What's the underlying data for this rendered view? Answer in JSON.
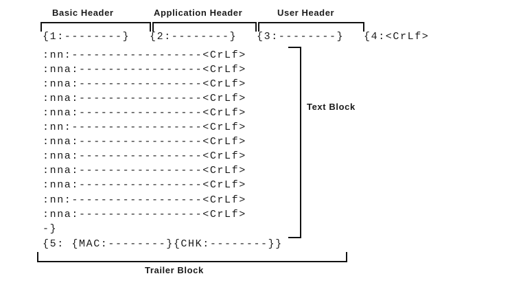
{
  "headers": {
    "basic": "Basic Header",
    "application": "Application Header",
    "user": "User Header"
  },
  "header_line": {
    "block1": "{1:--------}",
    "block2": "{2:--------}",
    "block3": "{3:--------}",
    "block4": "{4:<CrLf>"
  },
  "text_lines": [
    ":nn:------------------<CrLf>",
    ":nna:-----------------<CrLf>",
    ":nna:-----------------<CrLf>",
    ":nna:-----------------<CrLf>",
    ":nna:-----------------<CrLf>",
    ":nn:------------------<CrLf>",
    ":nna:-----------------<CrLf>",
    ":nna:-----------------<CrLf>",
    ":nna:-----------------<CrLf>",
    ":nna:-----------------<CrLf>",
    ":nn:------------------<CrLf>",
    ":nna:-----------------<CrLf>"
  ],
  "end_text": "-}",
  "text_block_label": "Text Block",
  "trailer_line": "{5: {MAC:--------}{CHK:--------}}",
  "trailer_label": "Trailer Block"
}
